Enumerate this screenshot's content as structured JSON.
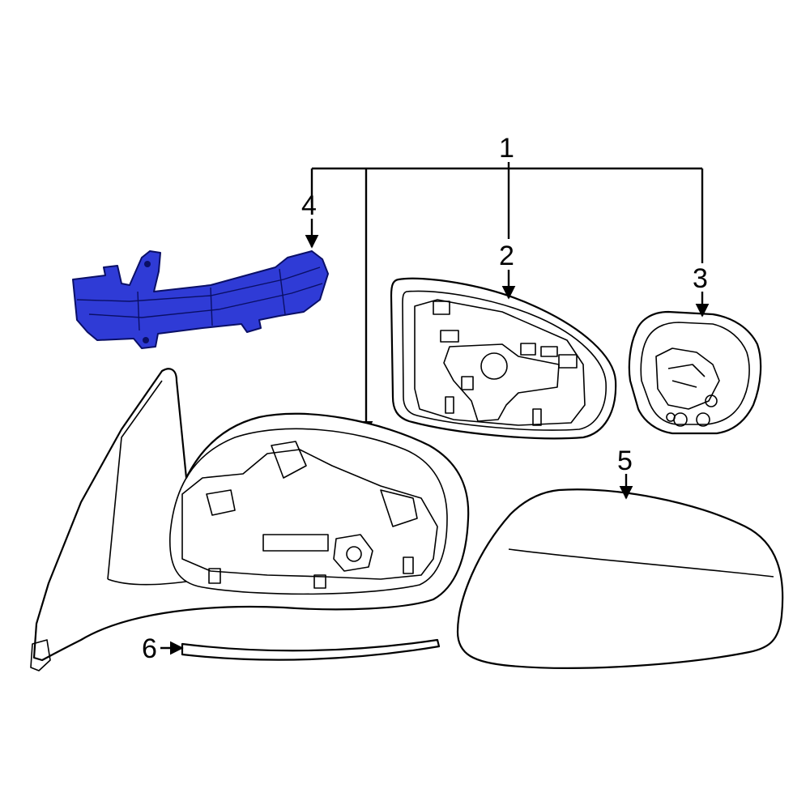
{
  "callouts": {
    "c1": "1",
    "c2": "2",
    "c3": "3",
    "c4": "4",
    "c5": "5",
    "c6": "6"
  },
  "colors": {
    "highlight": "#2f3bd6",
    "line": "#000000",
    "background": "#ffffff"
  }
}
